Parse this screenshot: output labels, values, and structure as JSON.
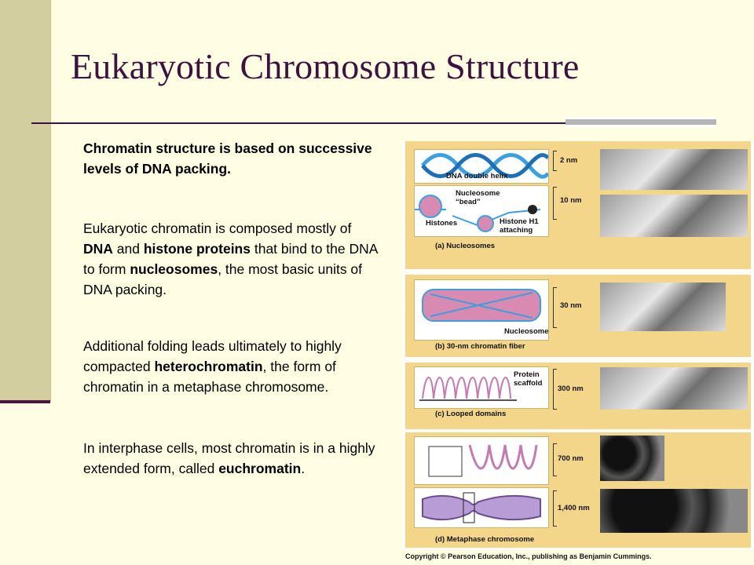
{
  "slide": {
    "title": "Eukaryotic Chromosome Structure",
    "paragraphs": {
      "p1": "Chromatin structure is based on successive levels of DNA packing.",
      "p2_prefix": "Eukaryotic chromatin is composed mostly of ",
      "p2_b1": "DNA",
      "p2_mid1": " and ",
      "p2_b2": "histone proteins",
      "p2_mid2": " that bind to the DNA to form ",
      "p2_b3": "nucleosomes",
      "p2_suffix": ", the most basic units of DNA packing.",
      "p3_prefix": "Additional folding leads ultimately to highly compacted ",
      "p3_b1": "heterochromatin",
      "p3_suffix": ", the form of chromatin in a metaphase chromosome.",
      "p4_prefix": "In interphase cells, most chromatin is in a highly extended form, called ",
      "p4_b1": "euchromatin",
      "p4_suffix": "."
    }
  },
  "figure": {
    "labels": {
      "dna_double_helix": "DNA double helix",
      "nucleosome_bead": "Nucleosome\n“bead”",
      "histones": "Histones",
      "histone_h1": "Histone H1\nattaching",
      "nucleosome": "Nucleosome",
      "protein_scaffold": "Protein\nscaffold"
    },
    "scales": {
      "s1": "2 nm",
      "s2": "10 nm",
      "s3": "30 nm",
      "s4": "300 nm",
      "s5": "700 nm",
      "s6": "1,400 nm"
    },
    "captions": {
      "a": "(a) Nucleosomes",
      "b": "(b) 30-nm chromatin fiber",
      "c": "(c) Looped domains",
      "d": "(d) Metaphase chromosome"
    },
    "copyright": "Copyright © Pearson Education, Inc., publishing as Benjamin Cummings.",
    "colors": {
      "panel_bg": "#f4d68a",
      "dna_blue": "#3aa0e0",
      "histone_pink": "#d88ab0",
      "chromosome_purple": "#b89cd6",
      "title_color": "#3d1140"
    }
  }
}
